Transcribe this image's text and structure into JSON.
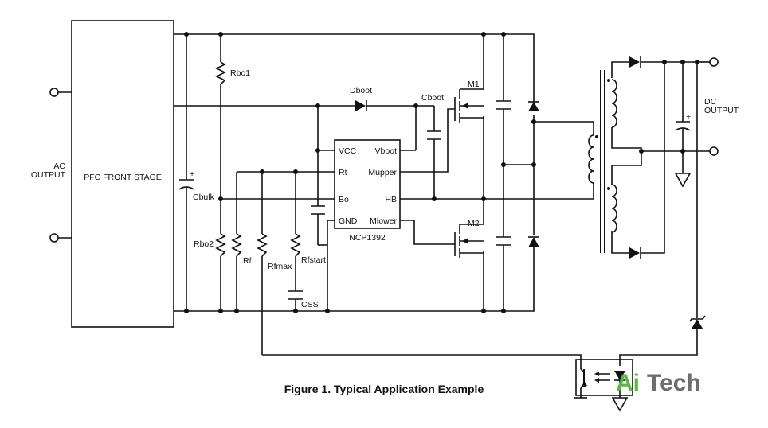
{
  "blocks": {
    "pfc_front_stage": "PFC FRONT STAGE",
    "ic_name": "NCP1392"
  },
  "labels": {
    "ac_output_line1": "AC",
    "ac_output_line2": "OUTPUT",
    "dc_output_line1": "DC",
    "dc_output_line2": "OUTPUT",
    "rbo1": "Rbo1",
    "rbo2": "Rbo2",
    "cbulk": "Cbulk",
    "rf": "Rf",
    "rfmax": "Rfmax",
    "rfstart": "Rfstart",
    "css": "CSS",
    "dboot": "Dboot",
    "cboot": "Cboot",
    "m1": "M1",
    "m2": "M2",
    "plus_cbulk": "+",
    "plus_cout": "+"
  },
  "ic_pins": {
    "vcc": "VCC",
    "rt": "Rt",
    "bo": "Bo",
    "gnd": "GND",
    "vboot": "Vboot",
    "mupper": "Mupper",
    "hb": "HB",
    "mlower": "Mlower"
  },
  "caption": "Figure 1. Typical Application Example",
  "logo": {
    "part1": "Ai",
    "part2": "Tech",
    "color_ai": "#5bb847",
    "color_tech": "#6d6d6d"
  }
}
